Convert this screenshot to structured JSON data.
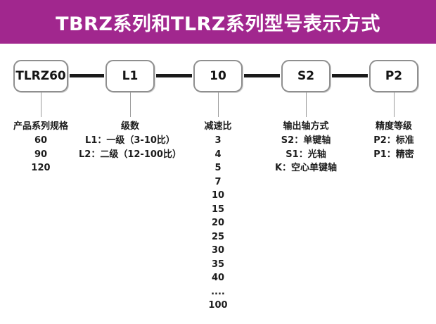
{
  "title": "TBRZ系列和TLRZ系列型号表示方式",
  "colors": {
    "title_bg": "#A1278E",
    "title_fg": "#FFFFFF",
    "connector": "#1A1A1A",
    "box_border": "#8F8F8F",
    "text": "#1C1C1C"
  },
  "segments": [
    {
      "code": "TLRZ60",
      "label": "产品系列规格",
      "options": [
        "60",
        "90",
        "120"
      ]
    },
    {
      "code": "L1",
      "label": "级数",
      "options": [
        "L1：一级（3-10比）",
        "L2：二级（12-100比）"
      ]
    },
    {
      "code": "10",
      "label": "减速比",
      "options": [
        "3",
        "4",
        "5",
        "7",
        "10",
        "15",
        "20",
        "25",
        "30",
        "35",
        "40",
        "....",
        "100"
      ]
    },
    {
      "code": "S2",
      "label": "输出轴方式",
      "options": [
        "S2：单键轴",
        "S1：光轴",
        "K：空心单键轴"
      ]
    },
    {
      "code": "P2",
      "label": "精度等级",
      "options": [
        "P2：标准",
        "P1：精密"
      ]
    }
  ]
}
